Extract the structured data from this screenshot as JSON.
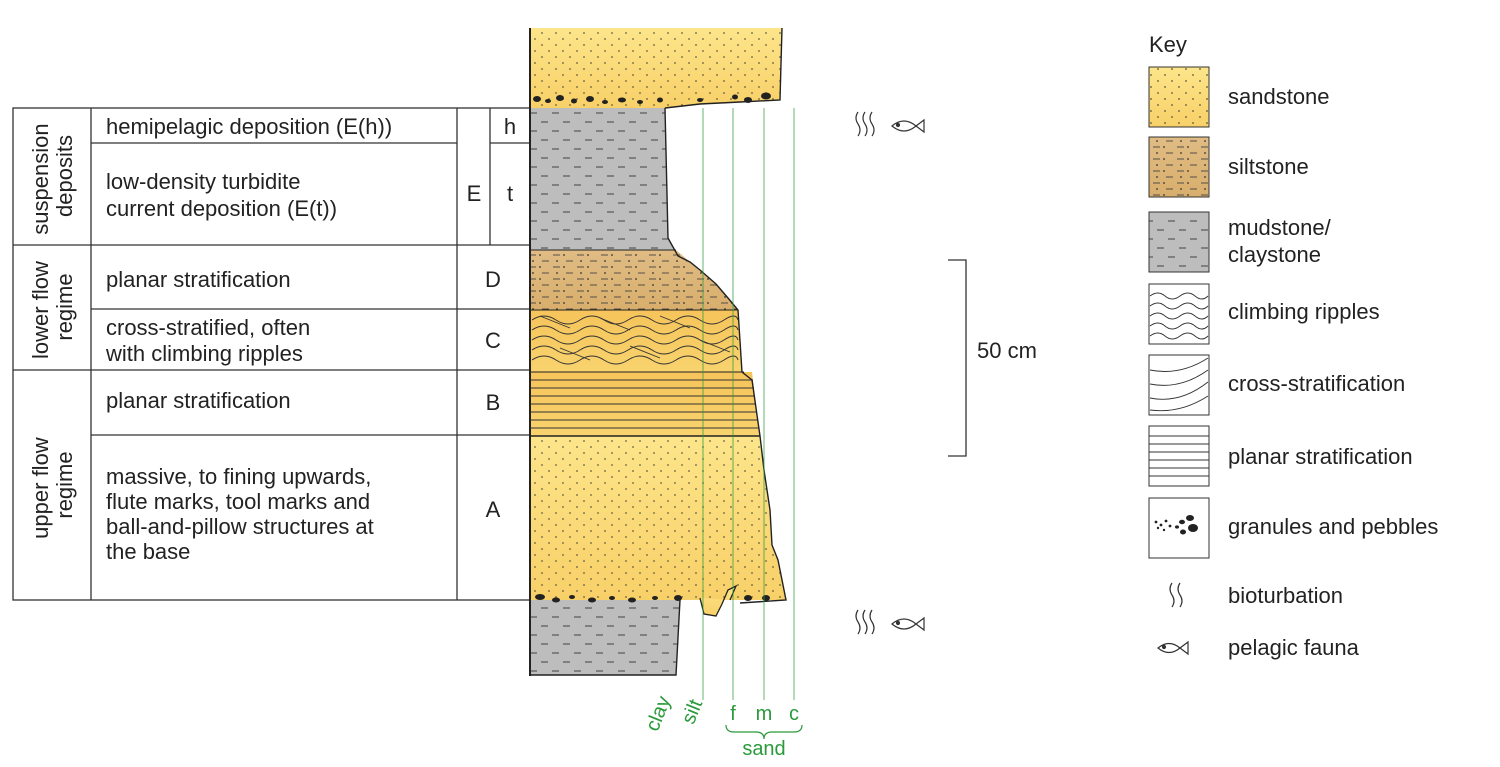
{
  "regimes": [
    {
      "id": "suspension",
      "label": "suspension deposits",
      "line1": "suspension",
      "line2": "deposits"
    },
    {
      "id": "lower",
      "label": "lower flow regime",
      "line1": "lower flow",
      "line2": "regime"
    },
    {
      "id": "upper",
      "label": "upper flow regime",
      "line1": "upper flow",
      "line2": "regime"
    }
  ],
  "divisions": [
    {
      "id": "Eh",
      "lines": [
        "hemipelagic deposition (E(h))"
      ],
      "letter": "E",
      "sub": "h"
    },
    {
      "id": "Et",
      "lines": [
        "low-density turbidite",
        "current deposition (E(t))"
      ],
      "letter": "E",
      "sub": "t"
    },
    {
      "id": "D",
      "lines": [
        "planar stratification"
      ],
      "letter": "D"
    },
    {
      "id": "C",
      "lines": [
        "cross-stratified, often",
        "with climbing ripples"
      ],
      "letter": "C"
    },
    {
      "id": "B",
      "lines": [
        "planar stratification"
      ],
      "letter": "B"
    },
    {
      "id": "A",
      "lines": [
        "massive, to fining upwards,",
        "flute marks, tool marks and",
        "ball-and-pillow structures at",
        "the base"
      ],
      "letter": "A"
    }
  ],
  "grain_size_axis": {
    "clay": "clay",
    "silt": "silt",
    "f": "f",
    "m": "m",
    "c": "c",
    "sand": "sand"
  },
  "scale_bar": {
    "label": "50 cm"
  },
  "key": {
    "title": "Key",
    "items": [
      {
        "id": "sandstone",
        "label": "sandstone"
      },
      {
        "id": "siltstone",
        "label": "siltstone"
      },
      {
        "id": "mudstone",
        "line1": "mudstone/",
        "line2": "claystone"
      },
      {
        "id": "climbing",
        "label": "climbing ripples"
      },
      {
        "id": "cross",
        "label": "cross-stratification"
      },
      {
        "id": "planar",
        "label": "planar stratification"
      },
      {
        "id": "granules",
        "label": "granules and pebbles"
      },
      {
        "id": "bioturbation",
        "label": "bioturbation"
      },
      {
        "id": "fauna",
        "label": "pelagic fauna"
      }
    ]
  },
  "colors": {
    "sand": "#fbe27a",
    "sand_dark": "#f6c24e",
    "silt": "#e3bd7e",
    "mud": "#bdbdbd",
    "axis_green": "#2a9a3a",
    "outline": "#222222"
  },
  "icons": {
    "bioturbation": "bioturbation-icon",
    "fauna": "fish-icon"
  }
}
